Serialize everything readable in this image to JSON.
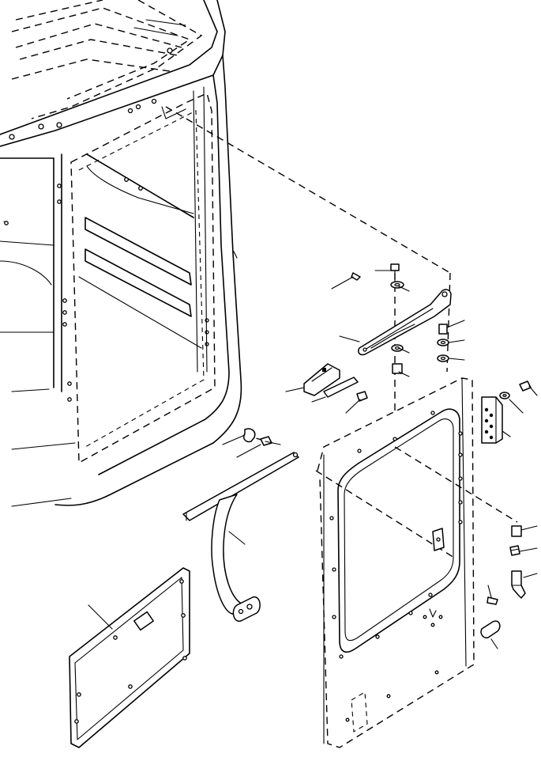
{
  "figure": {
    "kind": "exploded-parts-diagram",
    "line_color": "#000000",
    "background": "#ffffff"
  },
  "parts": [
    {
      "name": "cab-frame"
    },
    {
      "name": "door-panel"
    },
    {
      "name": "upper-door-hinge-arm"
    },
    {
      "name": "lower-stay-arm"
    },
    {
      "name": "window-glass-panel"
    },
    {
      "name": "door-catch"
    },
    {
      "name": "hinge-plate"
    },
    {
      "name": "striker-pin"
    },
    {
      "name": "rubber-stopper"
    }
  ]
}
